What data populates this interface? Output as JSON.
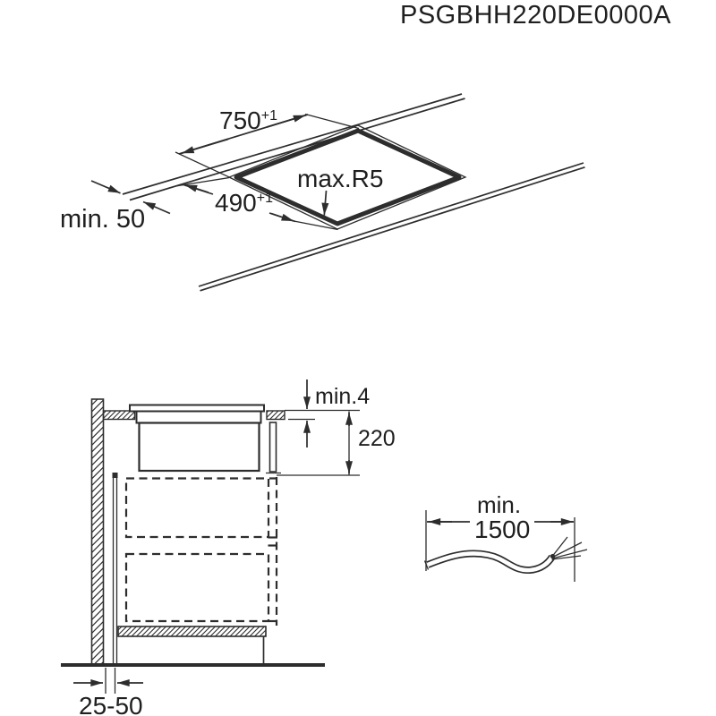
{
  "title": "PSGBHH220DE0000A",
  "colors": {
    "background": "#ffffff",
    "line": "#2d2d2d",
    "text": "#1f1f1f"
  },
  "top_view": {
    "cutout_width": {
      "value": "750",
      "tolerance": "+1"
    },
    "cutout_depth": {
      "value": "490",
      "tolerance": "+1"
    },
    "corner_radius_label": "max.R5",
    "edge_clearance_label": "min. 50"
  },
  "side_view": {
    "top_clearance_label": "min.4",
    "built_in_depth_label": "220",
    "wall_gap_label": "25-50"
  },
  "cable": {
    "min_label": "min.",
    "length_label": "1500"
  }
}
